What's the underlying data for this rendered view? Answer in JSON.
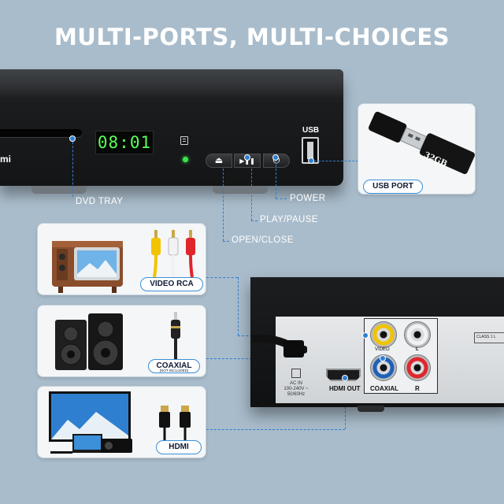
{
  "headline": "MULTI-PORTS, MULTI-CHOICES",
  "player_front": {
    "brand_fragment": "mi",
    "display_time": "08:01",
    "usb_label": "USB",
    "eject_glyph": "⏏",
    "play_pause_glyph": "▶❚❚",
    "power_glyph": "⏻"
  },
  "callouts": {
    "dvd_tray": "DVD TRAY",
    "power": "POWER",
    "play_pause": "PLAY/PAUSE",
    "open_close": "OPEN/CLOSE"
  },
  "usb_card": {
    "drive_capacity": "32GB",
    "label": "USB PORT"
  },
  "cards": {
    "video_rca": {
      "label": "VIDEO RCA"
    },
    "coaxial": {
      "label": "COAXIAL",
      "note": "(NOT INCLUDED)"
    },
    "hdmi": {
      "label": "HDMI"
    }
  },
  "rear_panel": {
    "hdmi_out": "HDMI OUT",
    "coaxial": "COAXIAL",
    "video": "VIDEO",
    "left": "L",
    "right": "R",
    "ac_in_line1": "AC IN",
    "ac_in_line2": "100-240V ~",
    "ac_in_line3": "50/60Hz",
    "class_label": "CLASS 1 L"
  },
  "colors": {
    "background": "#a9bccb",
    "accent_blue": "#2f7fd1",
    "display_green": "#59ff5d",
    "led_green": "#39e64a",
    "rca_yellow": "#f2c300",
    "rca_white": "#f2f2f2",
    "rca_red": "#e0252b",
    "coax_blue": "#1f5fb8"
  }
}
